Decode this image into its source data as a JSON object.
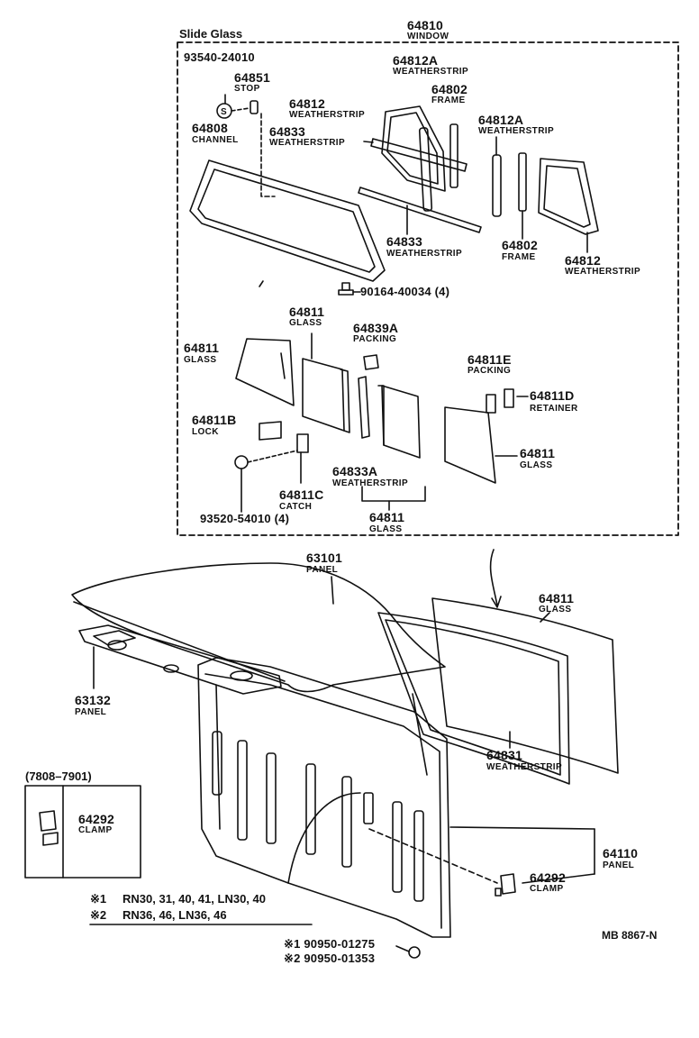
{
  "diagram": {
    "section_title": "Slide Glass",
    "ref_code": "MB 8867-N",
    "notes": {
      "n1_mark": "※1",
      "n1_text": "RN30, 31, 40, 41, LN30, 40",
      "n2_mark": "※2",
      "n2_text": "RN36, 46, LN36, 46",
      "bolt1": "※1 90950-01275",
      "bolt2": "※2 90950-01353"
    },
    "inset_date": "(7808–7901)"
  },
  "parts": {
    "window": {
      "num": "64810",
      "name": "WINDOW"
    },
    "screw_top": {
      "num": "93540-24010"
    },
    "stop": {
      "num": "64851",
      "name": "STOP"
    },
    "channel": {
      "num": "64808",
      "name": "CHANNEL"
    },
    "ws_64812_top": {
      "num": "64812",
      "name": "WEATHERSTRIP"
    },
    "ws_64833_top": {
      "num": "64833",
      "name": "WEATHERSTRIP"
    },
    "ws_64812a_top": {
      "num": "64812A",
      "name": "WEATHERSTRIP"
    },
    "frame_top": {
      "num": "64802",
      "name": "FRAME"
    },
    "ws_64812a_right": {
      "num": "64812A",
      "name": "WEATHERSTRIP"
    },
    "ws_64833_mid": {
      "num": "64833",
      "name": "WEATHERSTRIP"
    },
    "frame_mid": {
      "num": "64802",
      "name": "FRAME"
    },
    "ws_64812_right": {
      "num": "64812",
      "name": "WEATHERSTRIP"
    },
    "bolt_mid": {
      "num": "90164-40034 (4)"
    },
    "glass_a": {
      "num": "64811",
      "name": "GLASS"
    },
    "glass_b": {
      "num": "64811",
      "name": "GLASS"
    },
    "packing_a": {
      "num": "64839A",
      "name": "PACKING"
    },
    "packing_e": {
      "num": "64811E",
      "name": "PACKING"
    },
    "retainer": {
      "num": "64811D",
      "name": "RETAINER"
    },
    "lock": {
      "num": "64811B",
      "name": "LOCK"
    },
    "ws_64833a": {
      "num": "64833A",
      "name": "WEATHERSTRIP"
    },
    "glass_c": {
      "num": "64811",
      "name": "GLASS"
    },
    "catch": {
      "num": "64811C",
      "name": "CATCH"
    },
    "glass_d": {
      "num": "64811",
      "name": "GLASS"
    },
    "screw_bottom": {
      "num": "93520-54010 (4)"
    },
    "panel_roof": {
      "num": "63101",
      "name": "PANEL"
    },
    "glass_main": {
      "num": "64811",
      "name": "GLASS"
    },
    "panel_header": {
      "num": "63132",
      "name": "PANEL"
    },
    "ws_64831": {
      "num": "64831",
      "name": "WEATHERSTRIP"
    },
    "clamp_inset": {
      "num": "64292",
      "name": "CLAMP"
    },
    "panel_back": {
      "num": "64110",
      "name": "PANEL"
    },
    "clamp_main": {
      "num": "64292",
      "name": "CLAMP"
    }
  }
}
